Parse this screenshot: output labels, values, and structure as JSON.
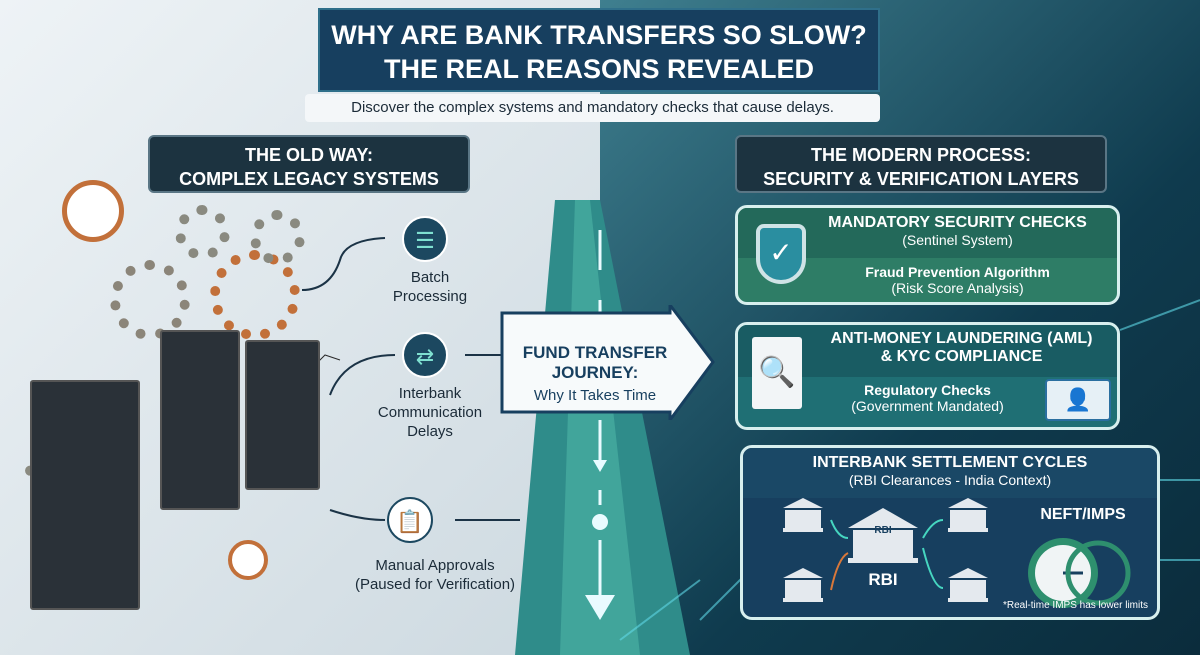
{
  "title": {
    "line1": "WHY ARE BANK TRANSFERS SO SLOW?",
    "line2": "THE REAL REASONS REVEALED"
  },
  "subtitle": "Discover the complex systems and mandatory checks that cause delays.",
  "left": {
    "heading": {
      "line1": "THE OLD WAY:",
      "line2": "COMPLEX LEGACY SYSTEMS"
    },
    "items": [
      {
        "icon": "server-list-icon",
        "line1": "Batch",
        "line2": "Processing"
      },
      {
        "icon": "swap-arrows-icon",
        "line1": "Interbank",
        "line2": "Communication",
        "line3": "Delays"
      },
      {
        "icon": "clipboard-pen-icon",
        "line1": "Manual Approvals",
        "line2": "(Paused for Verification)"
      }
    ]
  },
  "center": {
    "line1": "FUND TRANSFER",
    "line2": "JOURNEY:",
    "line3": "Why It Takes Time"
  },
  "right": {
    "heading": {
      "line1": "THE MODERN PROCESS:",
      "line2": "SECURITY & VERIFICATION LAYERS"
    },
    "security": {
      "title": "MANDATORY SECURITY CHECKS",
      "title_note": "(Sentinel System)",
      "sub": "Fraud Prevention Algorithm",
      "sub_note": "(Risk Score Analysis)",
      "icon": "shield-check-icon"
    },
    "aml": {
      "title1": "ANTI-MONEY LAUNDERING (AML)",
      "title2": "& KYC COMPLIANCE",
      "sub": "Regulatory Checks",
      "sub_note": "(Government Mandated)",
      "icons": [
        "document-magnifier-icon",
        "id-badge-icon"
      ]
    },
    "settlement": {
      "title": "INTERBANK SETTLEMENT CYCLES",
      "title_note": "(RBI Clearances - India Context)",
      "central_bank": "RBI",
      "roof_label": "RBI",
      "neft": "NEFT/IMPS",
      "footnote": "*Real-time IMPS has lower limits"
    }
  },
  "colors": {
    "navy": "#173f5f",
    "teal": "#1f6f74",
    "green": "#2e7d66",
    "accent": "#46d6c0",
    "orange": "#d9783a"
  }
}
